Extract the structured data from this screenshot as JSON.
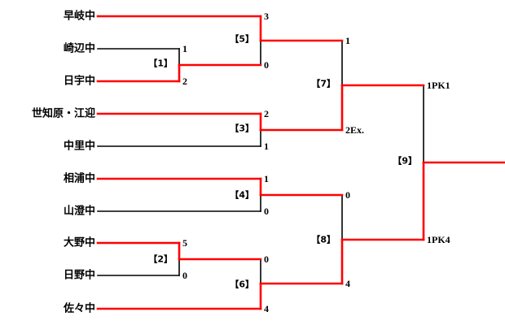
{
  "bracket": {
    "teams": [
      "早岐中",
      "崎辺中",
      "日宇中",
      "世知原・江迎",
      "中里中",
      "相浦中",
      "山澄中",
      "大野中",
      "日野中",
      "佐々中"
    ],
    "matches": {
      "m1": {
        "label": "【1】",
        "top_score": "1",
        "bottom_score": "2",
        "top_won": false
      },
      "m2": {
        "label": "【2】",
        "top_score": "5",
        "bottom_score": "0",
        "top_won": true
      },
      "m3": {
        "label": "【3】",
        "top_score": "2",
        "bottom_score": "1",
        "top_won": true
      },
      "m4": {
        "label": "【4】",
        "top_score": "1",
        "bottom_score": "0",
        "top_won": true
      },
      "m5": {
        "label": "【5】",
        "top_score": "3",
        "bottom_score": "0",
        "top_won": true
      },
      "m6": {
        "label": "【6】",
        "top_score": "0",
        "bottom_score": "4",
        "top_won": false
      },
      "m7": {
        "label": "【7】",
        "top_score": "1",
        "bottom_score": "2Ex.",
        "top_won": false
      },
      "m8": {
        "label": "【8】",
        "top_score": "0",
        "bottom_score": "4",
        "top_won": false
      },
      "m9": {
        "label": "【9】",
        "top_score": "1PK1",
        "bottom_score": "1PK4",
        "top_won": false
      }
    }
  },
  "colors": {
    "winner_line": "#ff0000",
    "loser_line": "#000000",
    "text": "#000000",
    "background": "#ffffff"
  }
}
